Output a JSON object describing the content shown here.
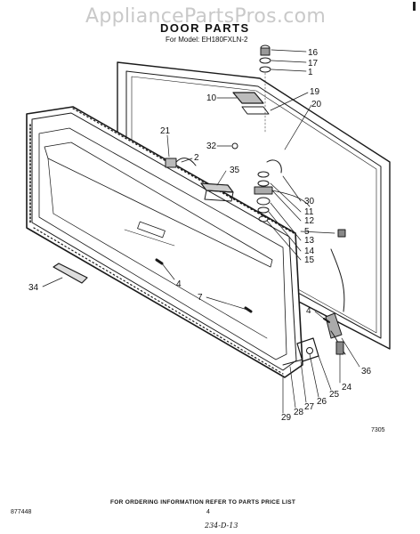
{
  "watermark": "AppliancePartsPros.com",
  "title": "DOOR PARTS",
  "subtitle": "For Model: EH180FXLN-2",
  "footer": "FOR ORDERING INFORMATION REFER TO PARTS PRICE LIST",
  "codes": {
    "left": "877448",
    "page": "4",
    "handwritten": "234-D-13",
    "right": "7305"
  },
  "parts": {
    "p16": "16",
    "p17": "17",
    "p1": "1",
    "p19": "19",
    "p20": "20",
    "p10": "10",
    "p21": "21",
    "p32": "32",
    "p2": "2",
    "p35": "35",
    "p30": "30",
    "p11": "11",
    "p12": "12",
    "p5": "5",
    "p13": "13",
    "p14": "14",
    "p15": "15",
    "p4a": "4",
    "p7": "7",
    "p34": "34",
    "p4b": "4",
    "p36": "36",
    "p24": "24",
    "p25": "25",
    "p26": "26",
    "p27": "27",
    "p28": "28",
    "p29": "29"
  }
}
